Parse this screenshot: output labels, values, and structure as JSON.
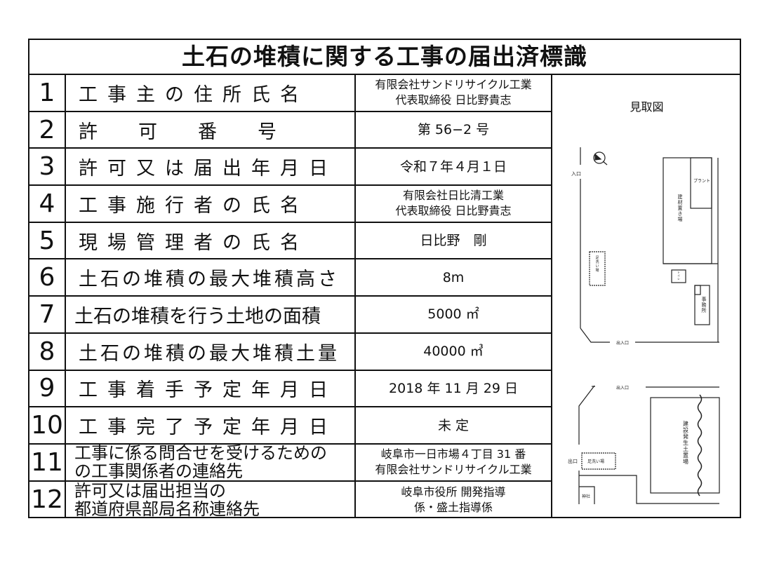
{
  "title": "土石の堆積に関する工事の届出済標識",
  "rows": [
    {
      "num": "1",
      "label": "工事主の住所氏名",
      "value": [
        "有限会社サンドリサイクル工業",
        "代表取締役 日比野貴志"
      ]
    },
    {
      "num": "2",
      "label": "許可番号",
      "value": [
        "第 56−2 号"
      ]
    },
    {
      "num": "3",
      "label": "許可又は届出年月日",
      "value": [
        "令和７年４月１日"
      ]
    },
    {
      "num": "4",
      "label": "工事施行者の氏名",
      "value": [
        "有限会社日比清工業",
        "代表取締役 日比野貴志"
      ]
    },
    {
      "num": "5",
      "label": "現場管理者の氏名",
      "value": [
        "日比野　剛"
      ]
    },
    {
      "num": "6",
      "label": "土石の堆積の最大堆積高さ",
      "value": [
        "8m"
      ]
    },
    {
      "num": "7",
      "label": "土石の堆積を行う土地の面積",
      "value": [
        "5000 ㎡"
      ]
    },
    {
      "num": "8",
      "label": "土石の堆積の最大堆積土量",
      "value": [
        "40000 ㎥"
      ]
    },
    {
      "num": "9",
      "label": "工事着手予定年月日",
      "value": [
        "2018 年 11 月 29 日"
      ]
    },
    {
      "num": "10",
      "label": "工事完了予定年月日",
      "value": [
        "未 定"
      ]
    },
    {
      "num": "11",
      "label": [
        "工事に係る問合せを受けるための",
        "の工事関係者の連絡先"
      ],
      "value": [
        "岐阜市一日市場４丁目 31 番",
        "有限会社サンドリサイクル工業"
      ]
    },
    {
      "num": "12",
      "label": [
        "許可又は届出担当の",
        "都道府県部局名称連絡先"
      ],
      "value": [
        "岐阜市役所 開発指導",
        "係・盛土指導係"
      ]
    }
  ],
  "map": {
    "title": "見取図",
    "labels": {
      "entrance": "入口",
      "plant": "プラント",
      "material_yard": "建材置き場",
      "footwash1": "足洗い場",
      "toilet": "トイレ",
      "office": "事務所",
      "gate1": "出入口",
      "gate2": "出入口",
      "soil_yard": "建設発生土置場",
      "exit": "出口",
      "footwash2": "足洗い場",
      "shrine": "神社"
    }
  }
}
